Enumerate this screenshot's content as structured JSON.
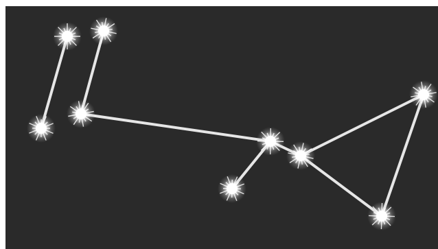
{
  "scene": {
    "background_color": "#2a2a2a",
    "frame_color": "#ffffff",
    "star_color": "#ffffff",
    "line_color": "#e6e6e6",
    "stars": [
      {
        "name": "star-1"
      },
      {
        "name": "star-2"
      },
      {
        "name": "star-3"
      },
      {
        "name": "star-4"
      },
      {
        "name": "star-5"
      },
      {
        "name": "star-6"
      },
      {
        "name": "star-7"
      },
      {
        "name": "star-8"
      },
      {
        "name": "star-9"
      }
    ]
  }
}
